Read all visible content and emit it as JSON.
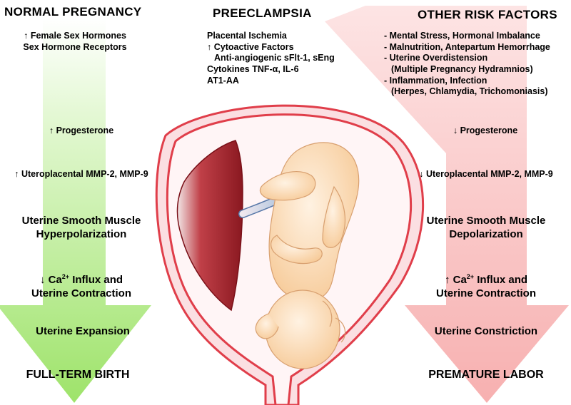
{
  "left": {
    "title": "NORMAL PREGNANCY",
    "hormones": [
      "↑ Female Sex Hormones",
      "Sex Hormone Receptors"
    ],
    "progesterone": "↑ Progesterone",
    "mmp": "↑ Uteroplacental MMP-2, MMP-9",
    "muscle": [
      "Uterine Smooth Muscle",
      "Hyperpolarization"
    ],
    "calcium": {
      "prefix": "↓ Ca",
      "sup": "2+",
      "rest": " Influx and",
      "line2": "Uterine Contraction"
    },
    "uterine": "Uterine Expansion",
    "outcome": "FULL-TERM BIRTH"
  },
  "center": {
    "title": "PREECLAMPSIA",
    "lines": [
      "Placental Ischemia",
      "↑ Cytoactive Factors",
      "Anti-angiogenic sFlt-1, sEng",
      "Cytokines TNF-α, IL-6",
      "AT1-AA"
    ]
  },
  "right": {
    "title": "OTHER RISK FACTORS",
    "risks": [
      "- Mental Stress, Hormonal Imbalance",
      "- Malnutrition, Antepartum Hemorrhage",
      "- Uterine Overdistension",
      "(Multiple Pregnancy Hydramnios)",
      "- Inflammation, Infection",
      "(Herpes, Chlamydia, Trichomoniasis)"
    ],
    "progesterone": "↓ Progesterone",
    "mmp": "↓ Uteroplacental MMP-2, MMP-9",
    "muscle": [
      "Uterine Smooth Muscle",
      "Depolarization"
    ],
    "calcium": {
      "prefix": "↑ Ca",
      "sup": "2+",
      "rest": " Influx and",
      "line2": "Uterine Contraction"
    },
    "uterine": "Uterine Constriction",
    "outcome": "PREMATURE LABOR"
  },
  "colors": {
    "normal_arrow": "#a8e878",
    "risk_arrow": "#f8b8b8",
    "uterus_wall": "#e8505a",
    "uterus_inner": "#fde8ea",
    "placenta": "#a02028",
    "cord": "#88aad0",
    "fetus": "#f8d8b0"
  }
}
